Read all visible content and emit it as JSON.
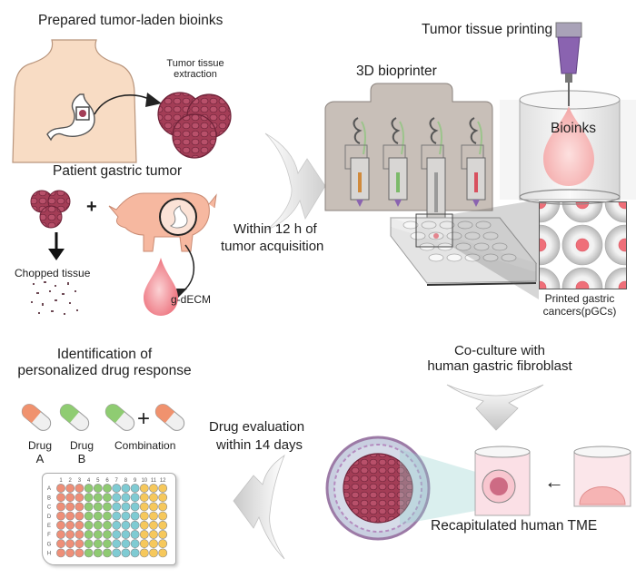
{
  "panels": {
    "bioinks": {
      "title": "Prepared tumor-laden bioinks",
      "extraction_label_line1": "Tumor tissue",
      "extraction_label_line2": "extraction",
      "patient_label": "Patient gastric tumor",
      "plus": "+",
      "chopped_label": "Chopped tissue",
      "decm_label": "g-dECM"
    },
    "transfer": {
      "line1": "Within 12 h of",
      "line2": "tumor acquisition"
    },
    "printing": {
      "bioprinter_label": "3D bioprinter",
      "printing_title": "Tumor tissue printing",
      "bioinks_label": "Bioinks",
      "pgc_label_line1": "Printed gastric",
      "pgc_label_line2": "cancers(pGCs)",
      "cartridge_colors": [
        "#d08a3c",
        "#7cba6a",
        "#9a9a9a",
        "#d8505e"
      ]
    },
    "coculture": {
      "line1": "Co-culture with",
      "line2": "human gastric fibroblast",
      "tme_label": "Recapitulated human TME"
    },
    "evaluation": {
      "line1": "Drug evaluation",
      "line2": "within 14 days"
    },
    "response": {
      "title_line1": "Identification of",
      "title_line2": "personalized drug response",
      "drug_a_line1": "Drug",
      "drug_a_line2": "A",
      "drug_b_line1": "Drug",
      "drug_b_line2": "B",
      "combination_label": "Combination",
      "plus": "+",
      "plate": {
        "columns": [
          "1",
          "2",
          "3",
          "4",
          "5",
          "6",
          "7",
          "8",
          "9",
          "10",
          "11",
          "12"
        ],
        "rows": [
          "A",
          "B",
          "C",
          "D",
          "E",
          "F",
          "G",
          "H"
        ],
        "column_group_colors": [
          "#ee8f78",
          "#8fca72",
          "#7fcbd3",
          "#f6c85c"
        ]
      }
    }
  },
  "colors": {
    "tumor": "#a33d56",
    "tumor_dark": "#6e2238",
    "skin": "#f8dcc4",
    "pig": "#f6b8a0",
    "decm": "#f07e86",
    "arrow_gray": "#d4d4d4"
  }
}
